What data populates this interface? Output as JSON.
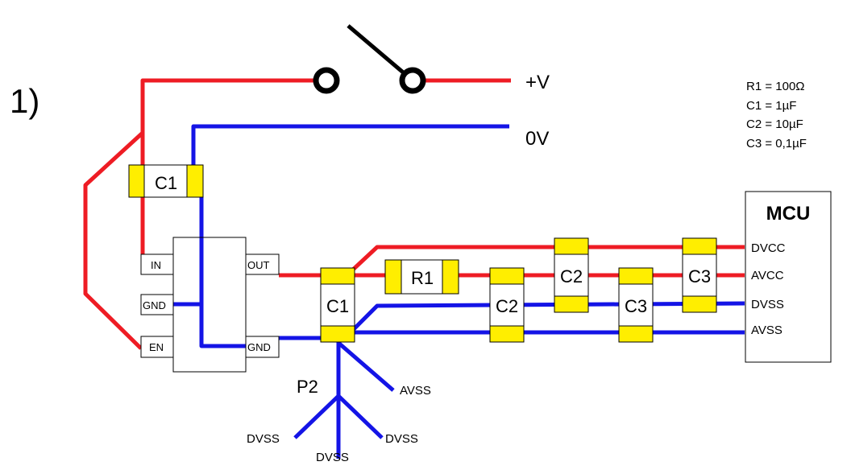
{
  "figure_label": "1)",
  "supply": {
    "plus": "+V",
    "zero": "0V"
  },
  "legend": [
    "R1 = 100Ω",
    "C1 = 1µF",
    "C2 = 10µF",
    "C3 = 0,1µF"
  ],
  "regulator": {
    "in": "IN",
    "gnd_left": "GND",
    "en": "EN",
    "out": "OUT",
    "gnd_right": "GND"
  },
  "components": {
    "c1_top": "C1",
    "c1_mid": "C1",
    "r1": "R1",
    "c2_bottom": "C2",
    "c2_top": "C2",
    "c3_bottom": "C3",
    "c3_top": "C3"
  },
  "mcu": {
    "title": "MCU",
    "pins": [
      "DVCC",
      "AVCC",
      "DVSS",
      "AVSS"
    ]
  },
  "ground_point": "P2",
  "star_branches": {
    "avss": "AVSS",
    "dvss_left": "DVSS",
    "dvss_mid": "DVSS",
    "dvss_right": "DVSS"
  },
  "colors": {
    "positive": "#ee1c24",
    "ground": "#1414e6",
    "cap": "#ffee00",
    "switch_contact": "#000000"
  }
}
